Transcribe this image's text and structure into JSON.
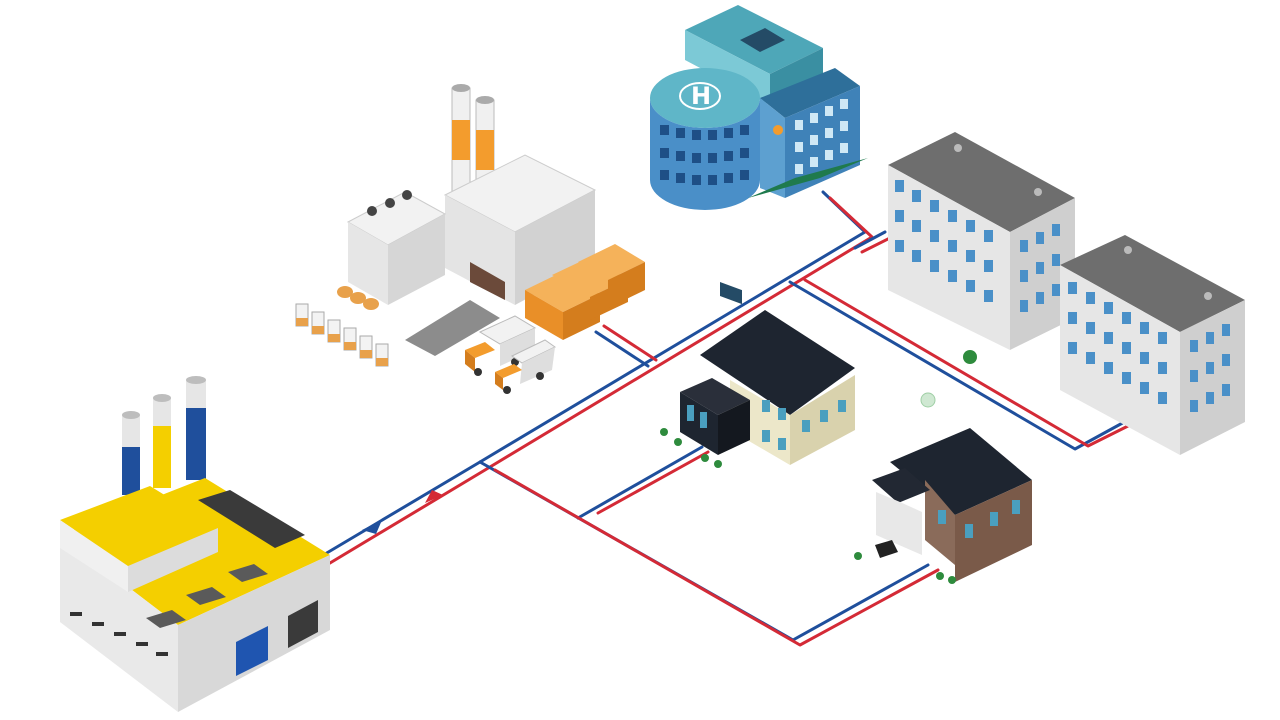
{
  "diagram": {
    "pipe_colors": {
      "supply": "#d42a36",
      "return": "#1f4f9c"
    },
    "buildings": {
      "energy_plant": {
        "icon": "factory-yellow-roof-icon"
      },
      "industrial_factory": {
        "icon": "factory-white-icon"
      },
      "hospital": {
        "icon": "hospital-building-icon",
        "helipad_label": "H"
      },
      "apartments": {
        "icon": "apartment-block-icon",
        "count": 2
      },
      "modern_house": {
        "icon": "modern-house-icon"
      },
      "brick_house": {
        "icon": "brick-house-icon"
      }
    },
    "flow_arrows": [
      {
        "name": "return-flow-arrow",
        "color": "#1f4f9c"
      },
      {
        "name": "supply-flow-arrow",
        "color": "#d42a36"
      }
    ]
  }
}
